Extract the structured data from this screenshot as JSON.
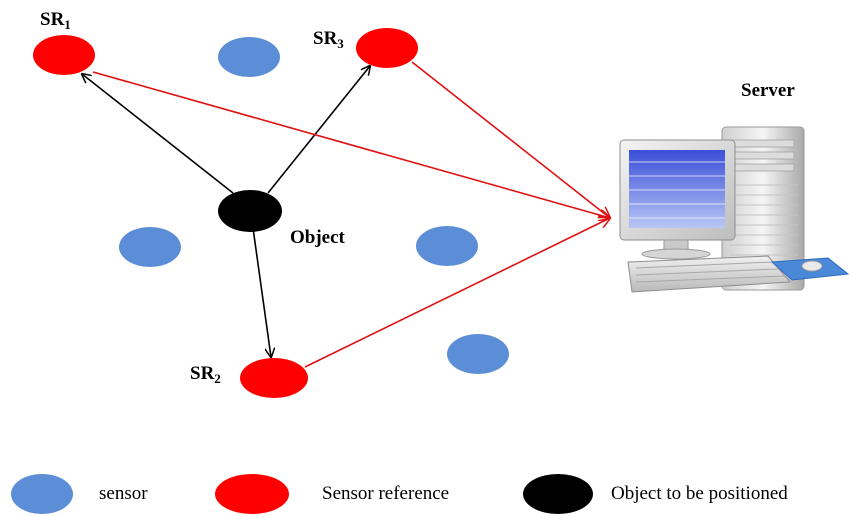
{
  "diagram": {
    "labels": {
      "sr1_main": "SR",
      "sr1_sub": "1",
      "sr2_main": "SR",
      "sr2_sub": "2",
      "sr3_main": "SR",
      "sr3_sub": "3",
      "object": "Object",
      "server": "Server"
    },
    "colors": {
      "sensor": "#5b8ed6",
      "sensor_reference": "#ff0000",
      "object": "#000000",
      "measure_arrow": "#000000",
      "report_arrow": "#e01010"
    }
  },
  "legend": {
    "items": [
      {
        "label": "sensor",
        "color": "#5b8ed6"
      },
      {
        "label": "Sensor reference",
        "color": "#ff0000"
      },
      {
        "label": "Object to be positioned",
        "color": "#000000"
      }
    ]
  }
}
